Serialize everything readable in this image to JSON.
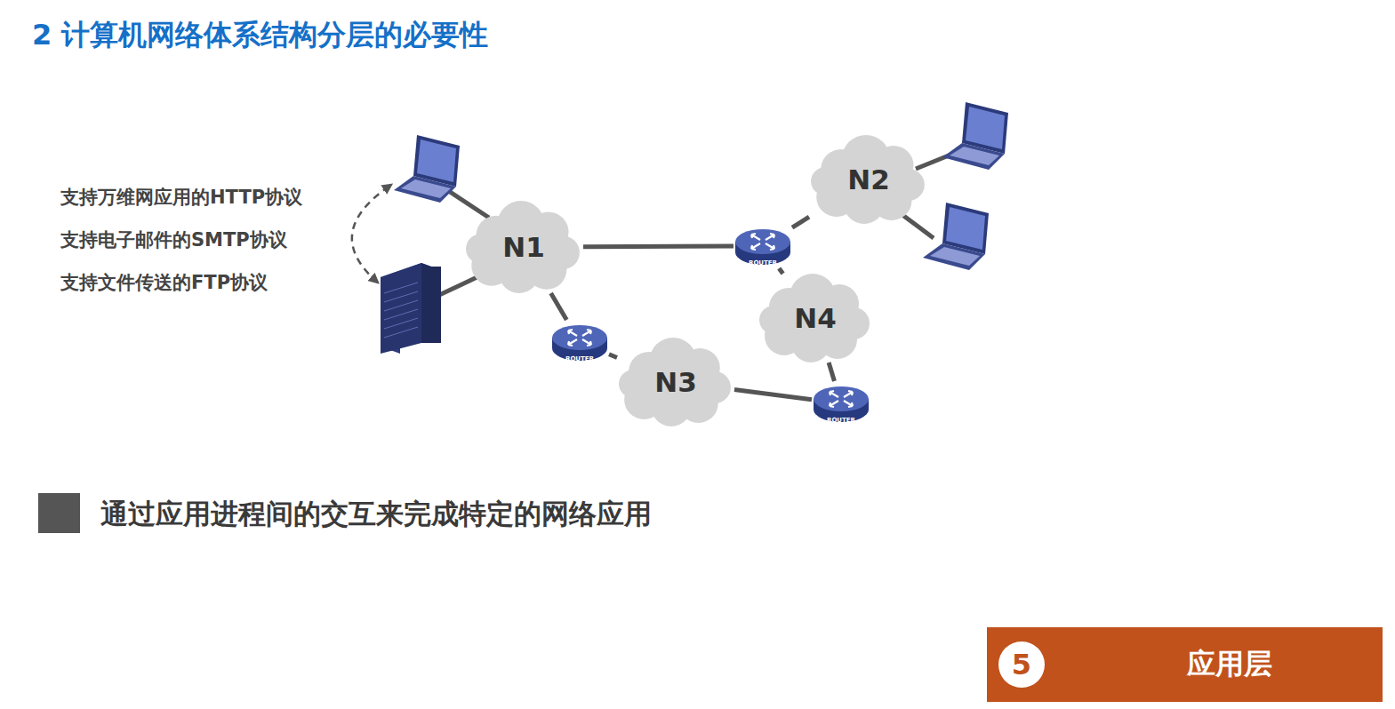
{
  "diagram": {
    "title": "2 计算机网络体系结构分层的必要性",
    "nodes": [
      {
        "text": [
          "N1"
        ]
      },
      {
        "text": [
          "N2"
        ]
      },
      {
        "text": [
          "ROUTER"
        ]
      },
      {
        "text": [
          "N4"
        ]
      },
      {
        "text": [
          "ROUTER"
        ]
      },
      {
        "text": [
          "N3"
        ]
      },
      {
        "text": [
          "ROUTER"
        ]
      },
      {
        "text": [
          "5",
          "应用层"
        ]
      }
    ],
    "edges": [
      {
        "from": 0,
        "to": 2,
        "arrow": "none"
      },
      {
        "from": 2,
        "to": 1,
        "arrow": "none"
      },
      {
        "from": 2,
        "to": 3,
        "arrow": "none"
      },
      {
        "from": 0,
        "to": 4,
        "arrow": "none"
      },
      {
        "from": 4,
        "to": 5,
        "arrow": "none"
      },
      {
        "from": 5,
        "to": 6,
        "arrow": "none"
      },
      {
        "from": 6,
        "to": 3,
        "arrow": "none"
      }
    ],
    "labels": [
      "支持万维网应用的HTTP协议",
      "支持电子邮件的SMTP协议",
      "支持文件传送的FTP协议",
      "通过应用进程间的交互来完成特定的网络应用"
    ]
  }
}
